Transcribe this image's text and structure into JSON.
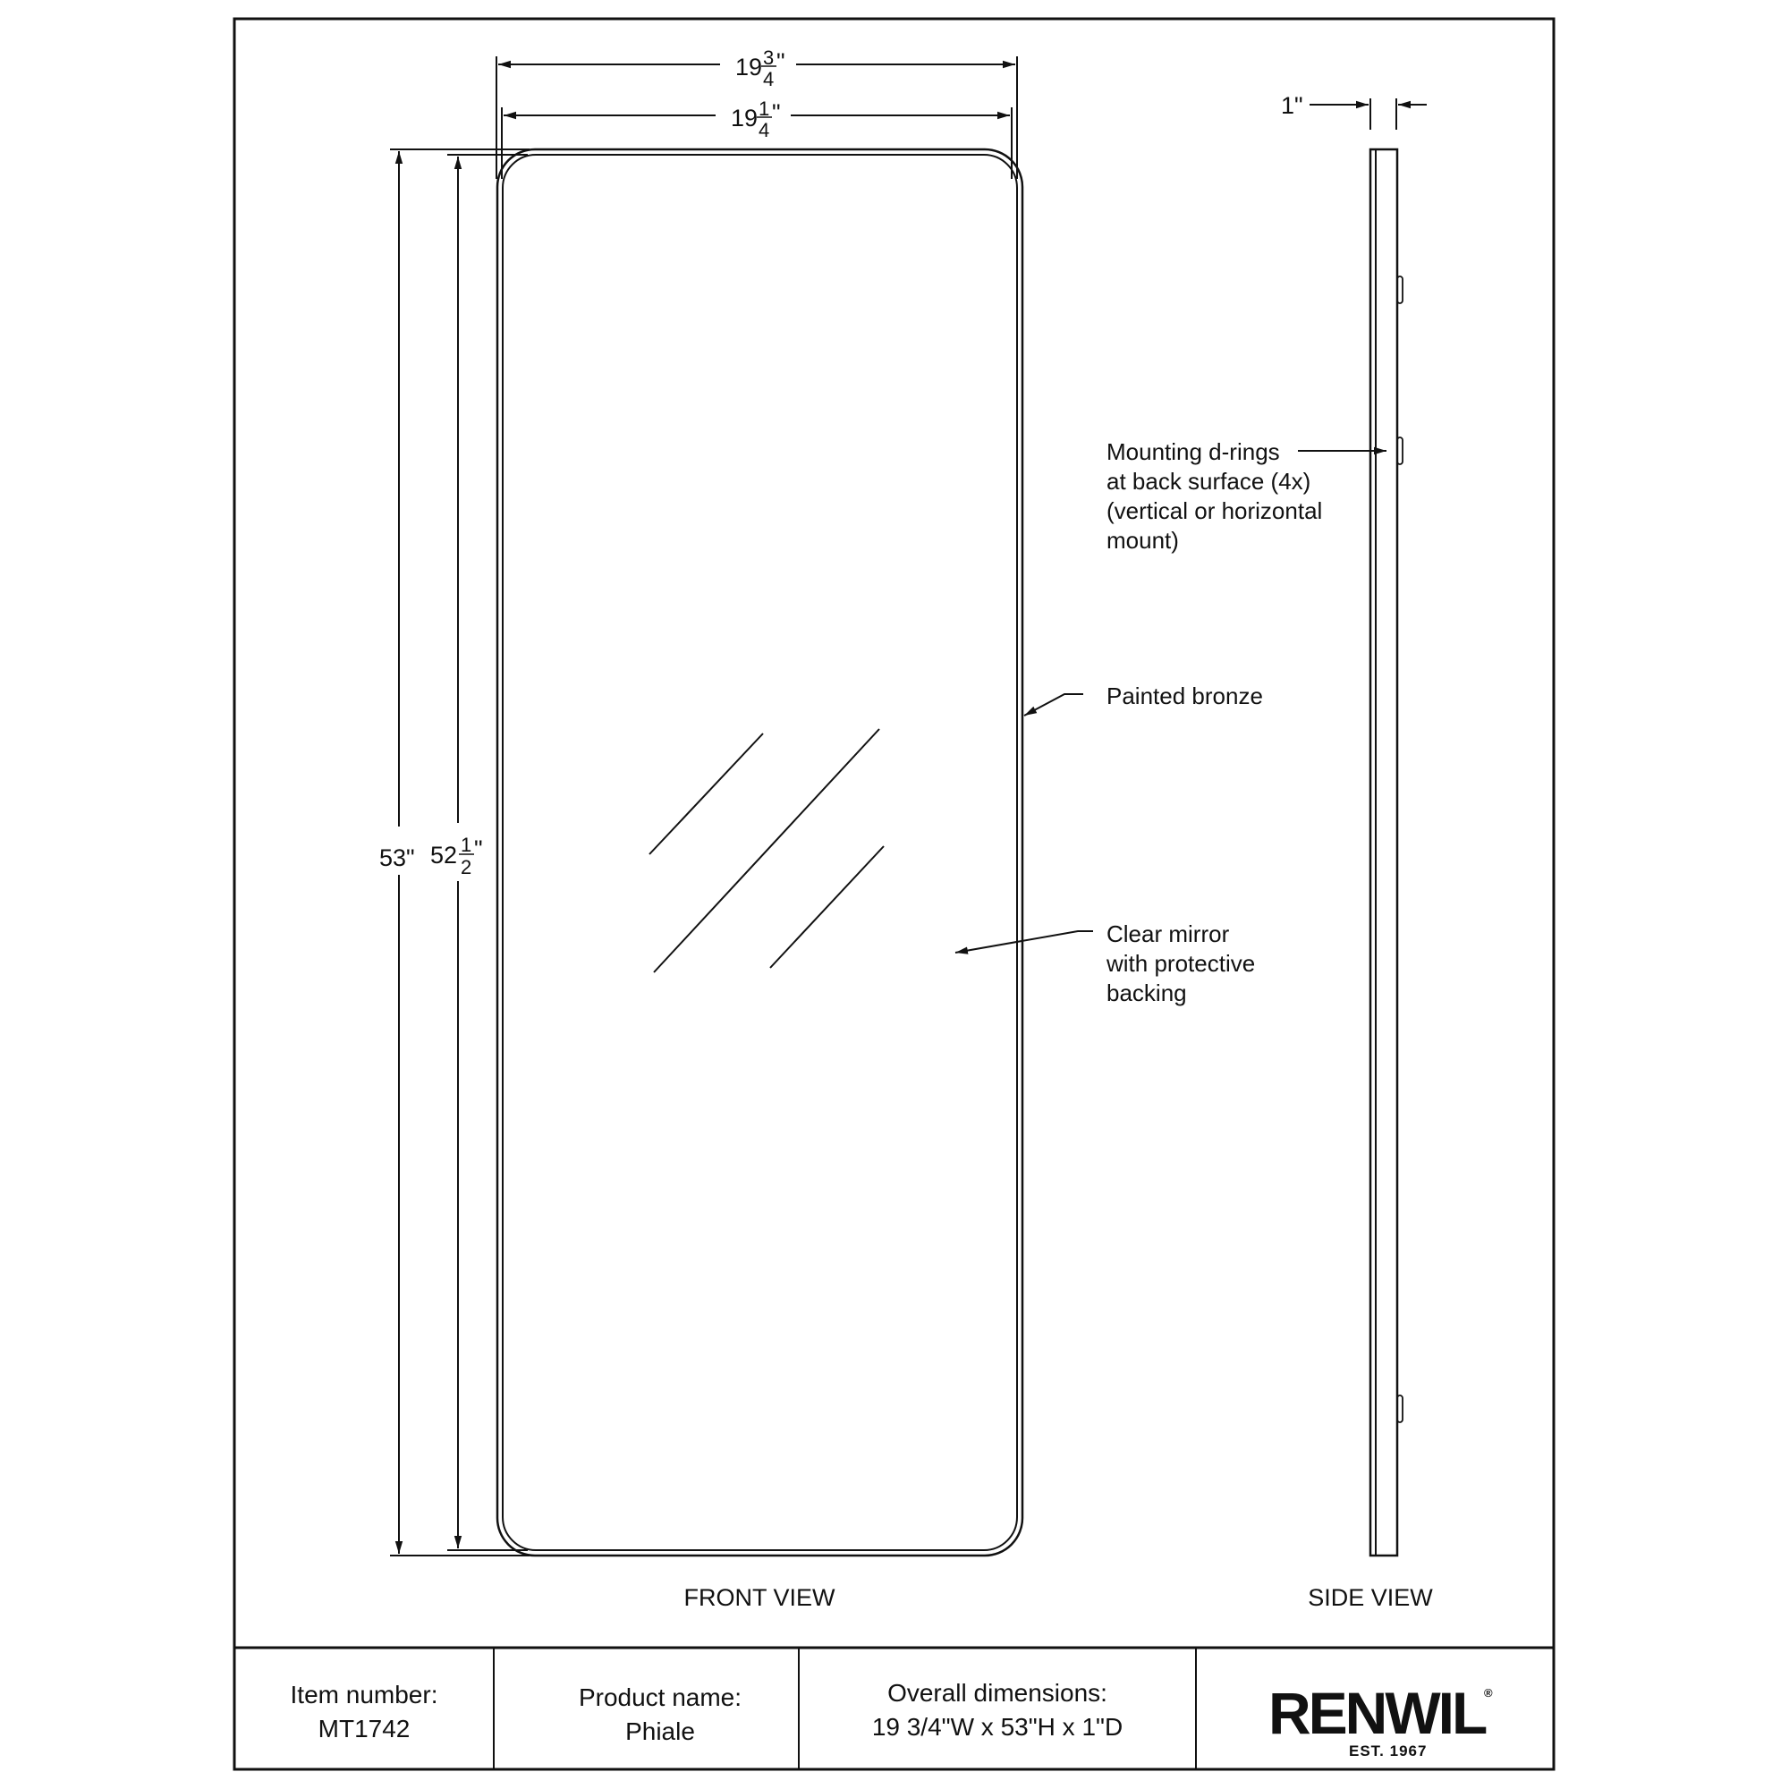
{
  "drawing": {
    "front_view": {
      "label": "FRONT VIEW",
      "dimensions": {
        "overall_width": {
          "whole": "19",
          "num": "3",
          "den": "4",
          "unit": "\""
        },
        "glass_width": {
          "whole": "19",
          "num": "1",
          "den": "4",
          "unit": "\""
        },
        "overall_height": {
          "text": "53\""
        },
        "glass_height": {
          "whole": "52",
          "num": "1",
          "den": "2",
          "unit": "\""
        }
      }
    },
    "side_view": {
      "label": "SIDE VIEW",
      "depth_dimension": "1\"",
      "d_ring_count": 4
    },
    "callouts": {
      "mounting": {
        "lines": [
          "Mounting d-rings",
          "at back surface (4x)",
          "(vertical or horizontal",
          "mount)"
        ]
      },
      "frame": {
        "lines": [
          "Painted bronze"
        ]
      },
      "mirror": {
        "lines": [
          "Clear mirror",
          "with protective",
          "backing"
        ]
      }
    }
  },
  "title_block": {
    "item": {
      "label": "Item number:",
      "value": "MT1742"
    },
    "product": {
      "label": "Product name:",
      "value": "Phiale"
    },
    "dimensions": {
      "label": "Overall dimensions:",
      "value": "19 3/4\"W x 53\"H x 1\"D"
    },
    "brand": {
      "name": "RENWIL",
      "registered": "®",
      "tagline": "EST. 1967"
    }
  },
  "colors": {
    "line": "#111111",
    "background": "#ffffff"
  }
}
